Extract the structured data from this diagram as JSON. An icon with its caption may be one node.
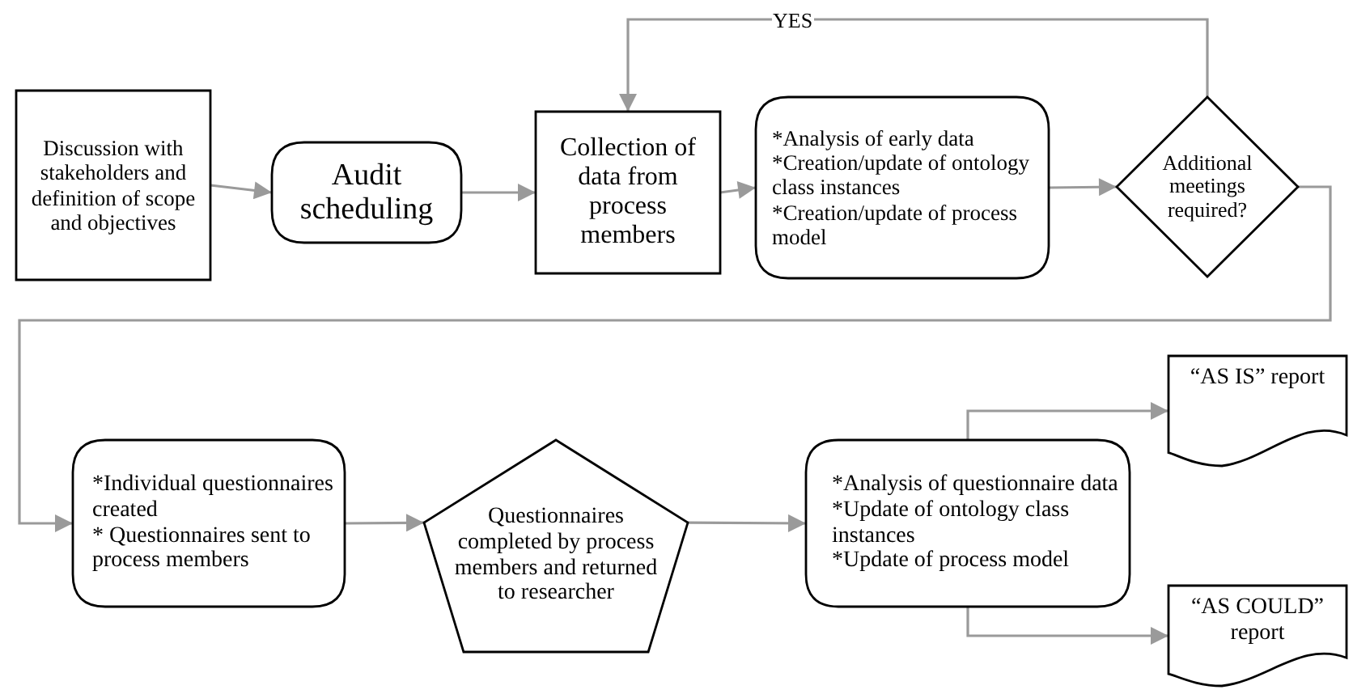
{
  "diagram": {
    "nodes": [
      {
        "text": [
          "Discussion with stakeholders and definition of scope and objectives"
        ]
      },
      {
        "text": [
          "Audit scheduling"
        ]
      },
      {
        "text": [
          "Collection of data from process members"
        ]
      },
      {
        "text": [
          "*Analysis of early data",
          "*Creation/update of ontology class instances",
          "*Creation/update of process model"
        ]
      },
      {
        "text": [
          "Additional meetings required?"
        ]
      },
      {
        "text": [
          "*Individual questionnaires created",
          "* Questionnaires sent to process members"
        ]
      },
      {
        "text": [
          "Questionnaires completed by process members and returned to researcher"
        ]
      },
      {
        "text": [
          "*Analysis of questionnaire data",
          "*Update of ontology class instances",
          "*Update of process model"
        ]
      },
      {
        "text": [
          "“AS IS” report"
        ]
      },
      {
        "text": [
          "“AS COULD” report"
        ]
      }
    ],
    "edges": [
      {
        "from": 0,
        "to": 1,
        "arrow": "to"
      },
      {
        "from": 1,
        "to": 2,
        "arrow": "to"
      },
      {
        "from": 2,
        "to": 3,
        "arrow": "to"
      },
      {
        "from": 3,
        "to": 4,
        "arrow": "to"
      },
      {
        "from": 4,
        "to": 2,
        "arrow": "to",
        "label": "YES"
      },
      {
        "from": 4,
        "to": 5,
        "arrow": "to"
      },
      {
        "from": 5,
        "to": 6,
        "arrow": "to"
      },
      {
        "from": 6,
        "to": 7,
        "arrow": "to"
      },
      {
        "from": 7,
        "to": 8,
        "arrow": "to"
      },
      {
        "from": 7,
        "to": 9,
        "arrow": "to"
      }
    ]
  }
}
